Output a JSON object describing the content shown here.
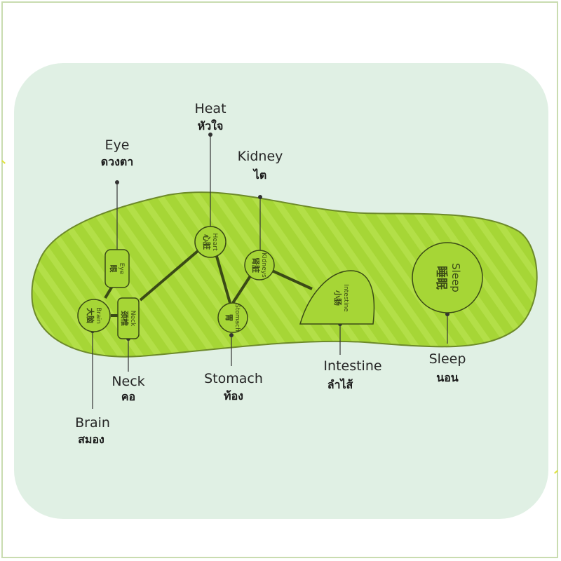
{
  "colors": {
    "panel_bg": "#e0f0e4",
    "insole_fill": "#a6d636",
    "insole_stroke": "#6d8a2a",
    "line": "#333333",
    "frame": "#c9dcb0"
  },
  "labels": {
    "heat": {
      "en": "Heat",
      "th": "หัวใจ"
    },
    "eye": {
      "en": "Eye",
      "th": "ดวงตา"
    },
    "kidney": {
      "en": "Kidney",
      "th": "ไต"
    },
    "neck": {
      "en": "Neck",
      "th": "คอ"
    },
    "stomach": {
      "en": "Stomach",
      "th": "ท้อง"
    },
    "intestine": {
      "en": "Intestine",
      "th": "ลำไส้"
    },
    "sleep": {
      "en": "Sleep",
      "th": "นอน"
    },
    "brain": {
      "en": "Brain",
      "th": "สมอง"
    }
  },
  "nodes": {
    "heart": {
      "en": "Heart",
      "cn": "心脏"
    },
    "eye": {
      "en": "Eye",
      "cn": "眼"
    },
    "brain": {
      "en": "Brain",
      "cn": "大脑"
    },
    "neck": {
      "en": "Neck",
      "cn": "颈椎"
    },
    "kidneys": {
      "en": "Kidneys",
      "cn": "肾脏"
    },
    "stomach": {
      "en": "Stomach",
      "cn": "胃"
    },
    "intestine": {
      "en": "Intestine",
      "cn": "小肠"
    },
    "sleep": {
      "en": "Sleep",
      "cn": "睡眠"
    }
  }
}
